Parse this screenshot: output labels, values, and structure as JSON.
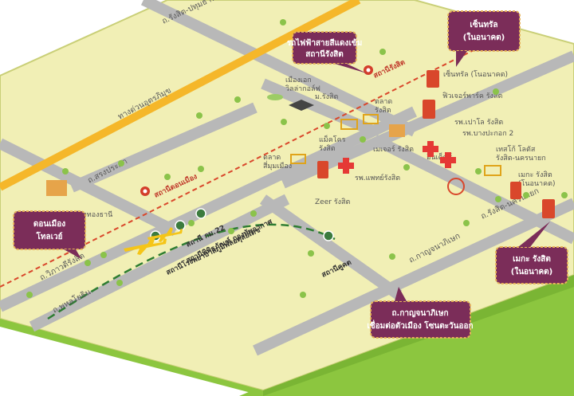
{
  "colors": {
    "land": "#f1efb5",
    "land_edge": "#c9cf77",
    "base_side": "#8cc63f",
    "road": "#b8b8b8",
    "road_edge": "#a3a3a3",
    "expressway": "#f5b72a",
    "red_line": "#d9472b",
    "green_line": "#2e7d32",
    "callout_bg": "#7b2d59",
    "callout_border": "#e7b45a",
    "pin": "#d33e2b",
    "pin_green": "#3c7b3e"
  },
  "roads": {
    "rangsit_pathum": "ถ.รังสิต-ปทุมธานี",
    "expressway": "ทางด่วนอุตรภิมุข",
    "songprapa": "ถ.สรงประภา",
    "vibhavadi": "ถ.วิภาวดีรังสิต",
    "phahonyothin": "ถ.พหลโยธิน",
    "kanchana": "ถ.กาญจนาภิเษก",
    "rangsit_nakhon": "ถ.รังสิต-นครนายก"
  },
  "stations": {
    "rangsit": "สถานีรังสิต",
    "donmueang": "สถานีดอนเมือง",
    "km22": "สถานี กม.22",
    "museum": "สถานีพิพิธภัณฑ์ กองทัพอากาศ",
    "hospital": "สถานีโรงพยาบาลภูมิพลอดุลยเดช",
    "khukhot": "สถานีคูคต"
  },
  "places": {
    "muang_ake": "เมืองเอก",
    "villa_golf": "วิลล่ากอล์ฟ",
    "rangsit_uni": "ม.รังสิต",
    "market_right": "ตลาด",
    "market_right2": "รังสิต",
    "central_small": "เซ็นทรัล (โนอนาคต)",
    "future_park": "ฟิวเจอร์พาร์ค รังสิต",
    "paolo": "รพ.เปาโล รังสิต",
    "bangpakok": "รพ.บางปะกอก 2",
    "major": "เมเจอร์ รังสิต",
    "index": "อินเด็กซ์",
    "zeer": "Zeer รังสิต",
    "phaet": "รพ.แพทย์รังสิต",
    "market_si1": "ตลาด",
    "market_si2": "สี่มุมเมือง",
    "imperial1": "แม็คโคร",
    "imperial2": "รังสิต",
    "tesco1": "เทสโก้ โลตัส",
    "tesco2": "รังสิต-นครนายก",
    "mega_small1": "เมกะ รังสิต",
    "mega_small2": "(โนอนาคต)",
    "muang_thong": "เมืองทองธานี"
  },
  "callouts": {
    "red_line": [
      "รถไฟฟ้าสายสีแดงเข้ม",
      "สถานีรังสิต"
    ],
    "central": [
      "เซ็นทรัล",
      "(ในอนาคต)"
    ],
    "donmueang": [
      "ดอนเมือง",
      "โทลเวย์"
    ],
    "mega": [
      "เมกะ รังสิต",
      "(ในอนาคต)"
    ],
    "kanchana": [
      "ถ.กาญจนาภิเษก",
      "เชื่อมต่อตัวเมือง โซนตะวันออก"
    ]
  }
}
